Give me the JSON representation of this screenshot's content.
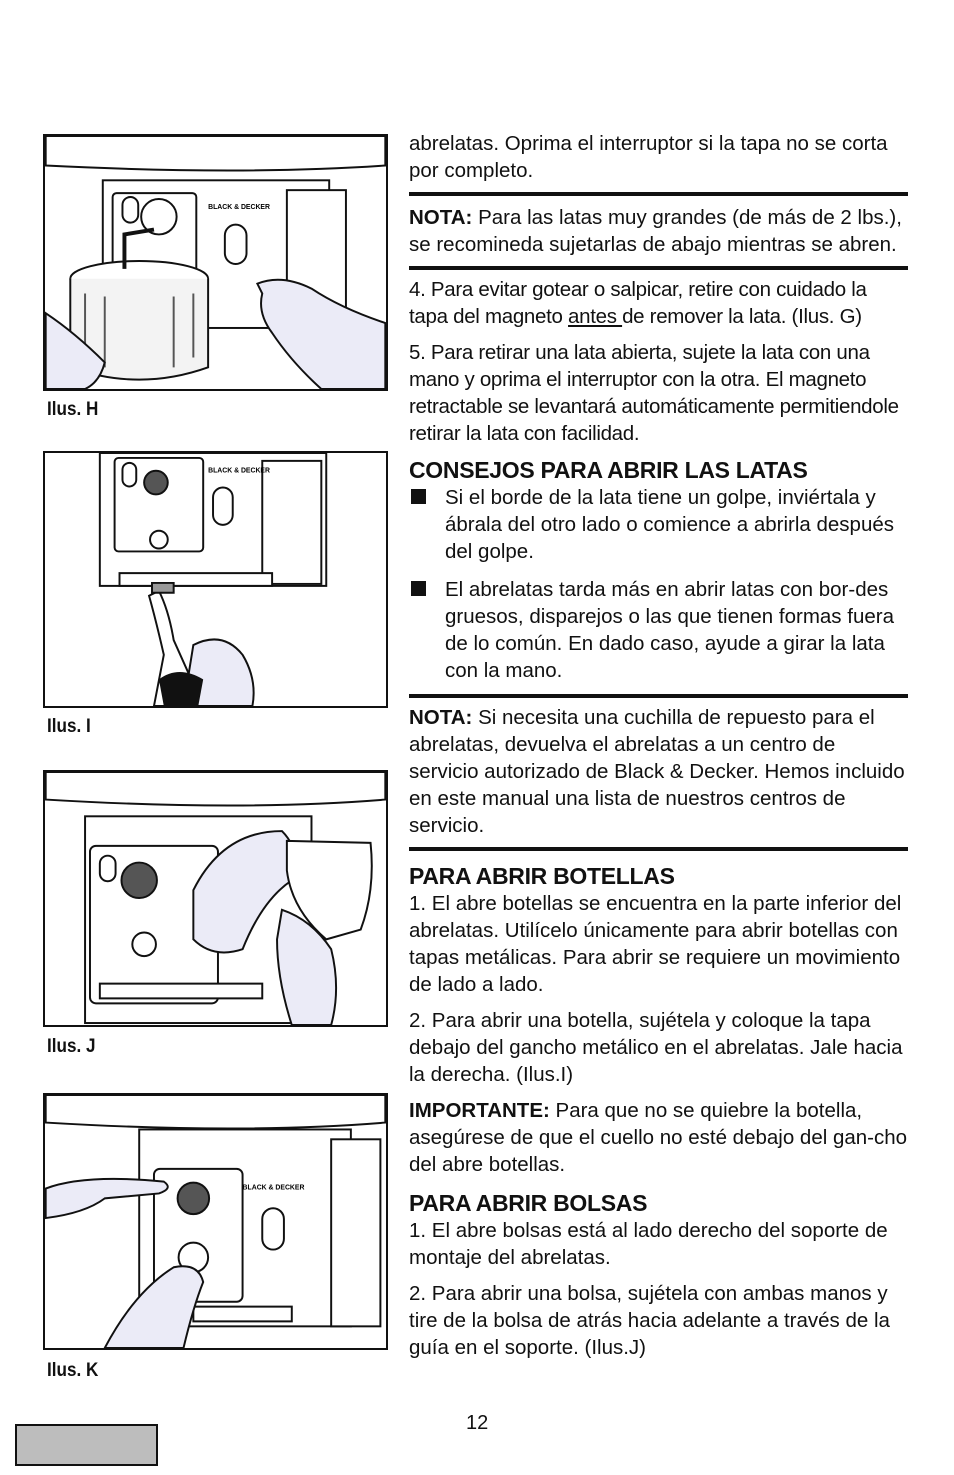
{
  "figures": [
    {
      "label": "Ilus. H",
      "icon": "illustration-hand-pressing-switch-with-can"
    },
    {
      "label": "Ilus. I",
      "icon": "illustration-bottle-opener"
    },
    {
      "label": "Ilus. J",
      "icon": "illustration-bag-opener"
    },
    {
      "label": "Ilus. K",
      "icon": "illustration-finger-on-magnet-release"
    }
  ],
  "brand_plate": "BLACK & DECKER",
  "content": {
    "p1": "abrelatas.  Oprima el interruptor si la tapa no se corta por completo.",
    "nota1_label": "NOTA:",
    "nota1_text": "  Para las latas muy grandes (de más de 2 lbs.), se recomineda sujetarlas de abajo mientras se abren.",
    "p4_a": "4.  Para evitar gotear o salpicar, retire con cuidado la tapa del magneto ",
    "p4_u": "antes ",
    "p4_b": "de remover la lata.  (Ilus. G)",
    "p5": "5.  Para retirar una lata abierta, sujete la lata con una mano y oprima el interruptor con la otra.  El magneto retractable se levantará automáticamente permitiendole retirar la lata con facilidad.",
    "h_consejos": "CONSEJOS PARA ABRIR LAS LATAS",
    "bullet1": "Si el borde de la lata tiene un golpe, inviértala y ábrala del otro lado o comience a abrirla después del golpe.",
    "bullet2": "El abrelatas tarda más en abrir latas con bor-des gruesos, disparejos o las que tienen formas fuera de lo común.   En dado caso, ayude a girar la lata con la mano.",
    "nota2_label": "NOTA:",
    "nota2_text": "  Si necesita una cuchilla de repuesto para el abrelatas, devuelva el abrelatas a un centro de servicio autorizado de Black & Decker.  Hemos incluido en este manual una lista de nuestros centros de servicio.",
    "h_botellas": "PARA ABRIR BOTELLAS",
    "b1": "1. El abre botellas se encuentra en la parte inferior del abrelatas.  Utilícelo únicamente para abrir botellas con tapas metálicas.  Para abrir se requiere un movimiento de lado a lado.",
    "b2": "2. Para abrir una botella, sujétela y coloque la tapa debajo del gancho metálico en el abrelatas.  Jale hacia la derecha.  (Ilus.I)",
    "imp_label": "IMPORTANTE:",
    "imp_text": " Para que no se quiebre la botella, asegúrese de que el cuello no esté debajo del gan-cho del abre botellas.",
    "h_bolsas": "PARA ABRIR BOLSAS",
    "s1": "1.  El abre bolsas está al lado derecho del soporte de montaje del abrelatas.",
    "s2": "2.  Para abrir una bolsa, sujétela con ambas manos y tire de la bolsa de atrás hacia adelante a través de la guía en el soporte.  (Ilus.J)"
  },
  "page_number": "12",
  "colors": {
    "ink": "#111111",
    "hand_fill": "#ebebf7",
    "tab_fill": "#bdbdbd"
  }
}
